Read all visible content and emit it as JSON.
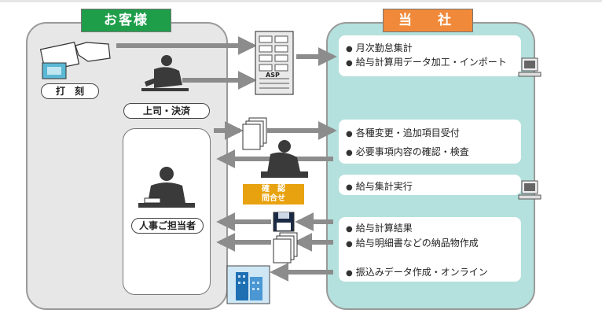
{
  "headers": {
    "customer": "お客様",
    "company": "当　社"
  },
  "customer": {
    "punch_label": "打　刻",
    "approval_label": "上司・決済",
    "hr_label": "人事ご担当者"
  },
  "company": {
    "group1": [
      "月次勤怠集計",
      "給与計算用データ加工・インポート"
    ],
    "group2": [
      "各種変更・追加項目受付",
      "必要事項内容の確認・検査"
    ],
    "group3": [
      "給与集計実行"
    ],
    "group4": [
      "給与計算結果",
      "給与明細書などの納品物作成",
      "振込みデータ作成・オンライン"
    ]
  },
  "confirm_badge": {
    "line1": "確　認",
    "line2": "問合せ"
  },
  "server_label": "ASP",
  "colors": {
    "customer_header": "#1f9e4a",
    "company_header": "#f08a3a",
    "customer_bg": "#e7e7e7",
    "company_bg": "#b4e1dd",
    "arrow": "#8c8c8c",
    "badge": "#e8a20f"
  }
}
